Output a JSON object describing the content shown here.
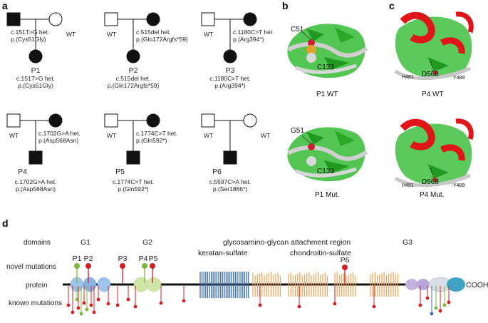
{
  "panels": {
    "a": "a",
    "b": "b",
    "c": "c",
    "d": "d"
  },
  "pedigrees": [
    {
      "id": "p1",
      "father_label": "c.151T>G het.\np.(Cys51Gly)",
      "mother_label": "WT",
      "child_name": "P1",
      "child_label": "c.151T>G het.\np.(Cys51Gly)"
    },
    {
      "id": "p2",
      "father_label": "WT",
      "mother_label": "c.515del het.\np.(Gln172Argfs*59)",
      "child_name": "P2",
      "child_label": "c.515del het.\np.(Gln172Argfs*59)"
    },
    {
      "id": "p3",
      "father_label": "WT",
      "mother_label": "c.1180C>T het.\np.(Arg394*)",
      "child_name": "P3",
      "child_label": "c.1180C>T het.\np.(Arg394*)"
    },
    {
      "id": "p4",
      "father_label": "WT",
      "mother_label": "c.1702G>A het.\np.(Asp568Asn)",
      "child_name": "P4",
      "child_label": "c.1702G>A het.\np.(Asp568Asn)"
    },
    {
      "id": "p5",
      "father_label": "WT",
      "mother_label": "c.1774C>T het.\np.(Gln592*)",
      "child_name": "P5",
      "child_label": "c.1774C>T het.\np.(Gln592*)"
    },
    {
      "id": "p6",
      "father_label": "WT",
      "mother_label": "WT",
      "child_name": "P6",
      "child_label": "c.5597C>A het.\np.(Ser1866*)"
    }
  ],
  "structures": {
    "b_top_caption": "P1 WT",
    "b_bottom_caption": "P1 Mut.",
    "b_top_res1": "C51",
    "b_top_res2": "C133",
    "b_bottom_res1": "G51",
    "b_bottom_res2": "C133",
    "c_top_caption": "P4 WT",
    "c_bottom_caption": "P4 Mut.",
    "c_res_h": "H481",
    "c_res_d": "D568",
    "c_res_y": "Y489"
  },
  "protein_map": {
    "row_domains": "domains",
    "row_novel": "novel mutations",
    "row_protein": "protein",
    "row_known": "known mutations",
    "domain_g1": "G1",
    "domain_g2": "G2",
    "domain_gag": "glycosamino-glycan attachment region",
    "domain_g3": "G3",
    "keratan": "keratan-sulfate",
    "chondroitin": "chondroitin-sulfate",
    "cooh": "COOH",
    "novel_labels": [
      "P1",
      "P2",
      "P3",
      "P4",
      "P5",
      "P6"
    ]
  },
  "colors": {
    "green_protein": "#2fb82f",
    "helix_red": "#e0151a",
    "coil_grey": "#b9b9b9",
    "keratan_blue": "#3a6fb0",
    "chondroitin_orange": "#f0a050",
    "g1_blue": "#8fb7e6",
    "g2_green": "#cfe6a7",
    "g3_purple": "#b7a6dc",
    "g3_teal": "#3fa3c4",
    "mut_red": "#d42020",
    "mut_green": "#7db83e"
  }
}
